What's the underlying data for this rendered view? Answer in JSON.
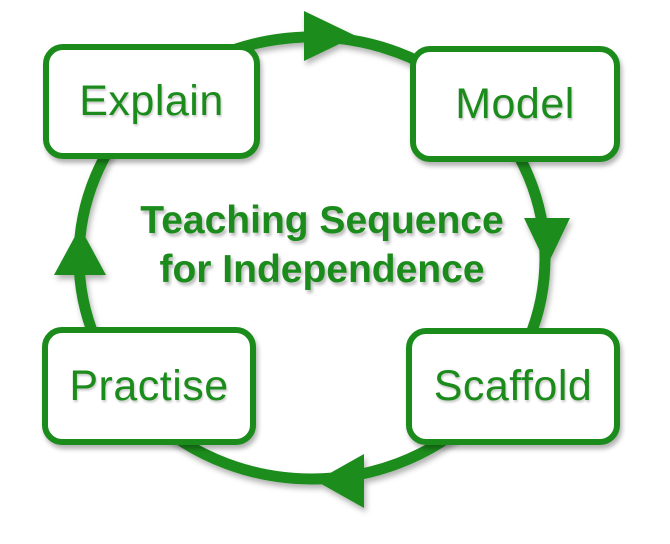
{
  "diagram": {
    "title": {
      "line1": "Teaching Sequence",
      "line2": "for Independence"
    },
    "nodes": [
      {
        "id": "explain",
        "label": "Explain"
      },
      {
        "id": "model",
        "label": "Model"
      },
      {
        "id": "scaffold",
        "label": "Scaffold"
      },
      {
        "id": "practise",
        "label": "Practise"
      }
    ],
    "flow": {
      "direction": "clockwise",
      "arrows": [
        {
          "from": "Explain",
          "to": "Model",
          "position": "top",
          "points": "right"
        },
        {
          "from": "Model",
          "to": "Scaffold",
          "position": "right",
          "points": "down"
        },
        {
          "from": "Scaffold",
          "to": "Practise",
          "position": "bottom",
          "points": "left"
        },
        {
          "from": "Practise",
          "to": "Explain",
          "position": "left",
          "points": "up"
        }
      ]
    },
    "colors": {
      "green": "#1B8C1B",
      "box_fill": "#FFFFFF"
    }
  }
}
